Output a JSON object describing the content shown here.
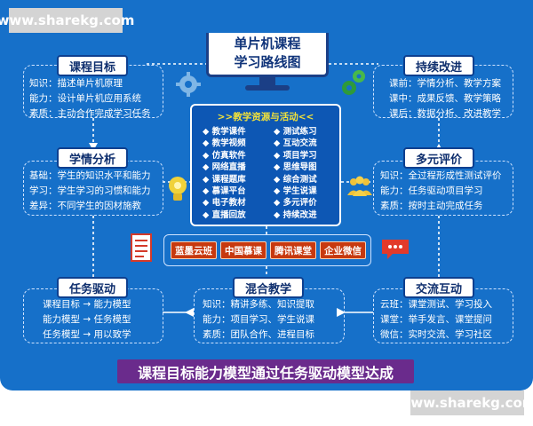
{
  "watermark": "www.sharekg.com",
  "title": [
    "单片机课程",
    "学习路线图"
  ],
  "course_goal": {
    "label": "课程目标",
    "rows": [
      {
        "k": "知识：",
        "v": "描述单片机原理"
      },
      {
        "k": "能力：",
        "v": "设计单片机应用系统"
      },
      {
        "k": "素质：",
        "v": "主动合作完成学习任务"
      }
    ]
  },
  "analysis": {
    "label": "学情分析",
    "rows": [
      {
        "k": "基础：",
        "v": "学生的知识水平和能力"
      },
      {
        "k": "学习：",
        "v": "学生学习的习惯和能力"
      },
      {
        "k": "差异：",
        "v": "不同学生的因材施教"
      }
    ]
  },
  "task_drive": {
    "label": "任务驱动",
    "rows": [
      {
        "k": "课程目标",
        "v": "能力模型"
      },
      {
        "k": "能力模型",
        "v": "任务模型"
      },
      {
        "k": "任务模型",
        "v": "用以致学"
      }
    ]
  },
  "blended": {
    "label": "混合教学",
    "rows": [
      {
        "k": "知识：",
        "v": "精讲多练、知识提取"
      },
      {
        "k": "能力：",
        "v": "项目学习、学生说课"
      },
      {
        "k": "素质：",
        "v": "团队合作、进程目标"
      }
    ]
  },
  "interaction": {
    "label": "交流互动",
    "rows": [
      {
        "k": "云班：",
        "v": "课堂测试、学习投入"
      },
      {
        "k": "课堂：",
        "v": "举手发言、课堂提问"
      },
      {
        "k": "微信：",
        "v": "实时交流、学习社区"
      }
    ]
  },
  "evaluation": {
    "label": "多元评价",
    "rows": [
      {
        "k": "知识：",
        "v": "全过程形成性测试评价"
      },
      {
        "k": "能力：",
        "v": "任务驱动项目学习"
      },
      {
        "k": "素质：",
        "v": "按时主动完成任务"
      }
    ]
  },
  "improve": {
    "label": "持续改进",
    "rows": [
      {
        "k": "课前：",
        "v": "学情分析、教学方案"
      },
      {
        "k": "课中：",
        "v": "成果反馈、教学策略"
      },
      {
        "k": "课后：",
        "v": "数据分析、改进教学"
      }
    ]
  },
  "resources": {
    "header": ">>教学资源与活动<<",
    "left": [
      "教学课件",
      "教学视频",
      "仿真软件",
      "网络直播",
      "课程题库",
      "慕课平台",
      "电子教材",
      "直播回放"
    ],
    "right": [
      "测试练习",
      "互动交流",
      "项目学习",
      "思维导图",
      "综合测试",
      "学生说课",
      "多元评价",
      "持续改进"
    ]
  },
  "platforms": [
    "蓝墨云班",
    "中国慕课",
    "腾讯课堂",
    "企业微信"
  ],
  "banner": "课程目标能力模型通过任务驱动模型达成",
  "colors": {
    "background": "#1670c9",
    "accent_yellow": "#f2e23a",
    "platform_red": "#c7390f",
    "banner_purple": "#6a2b8c"
  }
}
